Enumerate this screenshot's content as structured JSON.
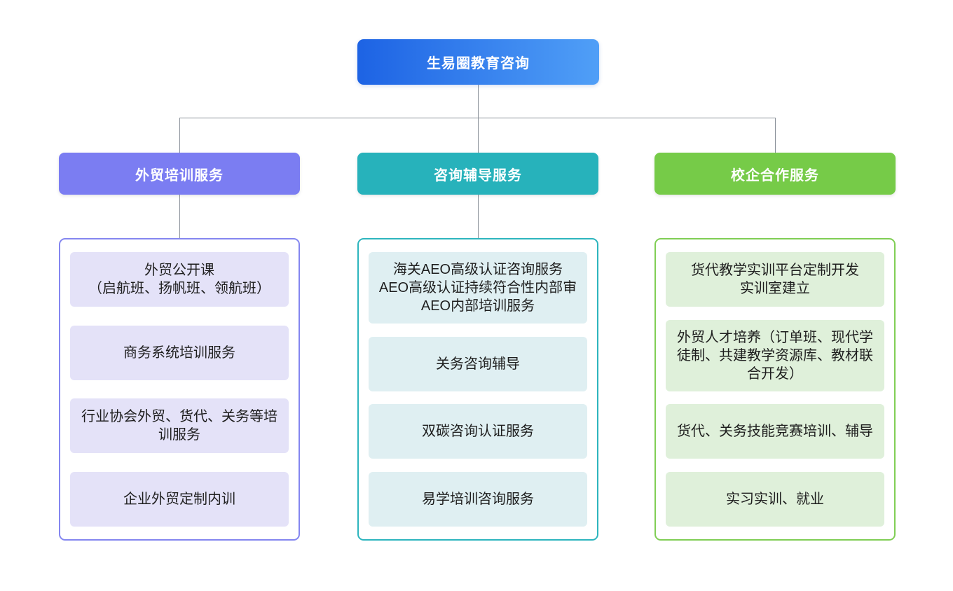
{
  "root": {
    "title": "生易圈教育咨询",
    "gradient_start": "#1d63e4",
    "gradient_end": "#509ff7",
    "text_color": "#ffffff"
  },
  "connector_color": "#8a9199",
  "background_color": "#ffffff",
  "branches": [
    {
      "id": "foreign-trade-training",
      "title": "外贸培训服务",
      "header_color": "#7b7df2",
      "border_color": "#8486f0",
      "item_bg": "#e4e2f8",
      "items": [
        "外贸公开课\n（启航班、扬帆班、领航班）",
        "商务系统培训服务",
        "行业协会外贸、货代、关务等培训服务",
        "企业外贸定制内训"
      ]
    },
    {
      "id": "consulting-coaching",
      "title": "咨询辅导服务",
      "header_color": "#27b2bb",
      "border_color": "#2db5be",
      "item_bg": "#dfeff2",
      "items": [
        "海关AEO高级认证咨询服务\nAEO高级认证持续符合性内部审\nAEO内部培训服务",
        "关务咨询辅导",
        "双碳咨询认证服务",
        "易学培训咨询服务"
      ]
    },
    {
      "id": "school-enterprise-cooperation",
      "title": "校企合作服务",
      "header_color": "#76cb48",
      "border_color": "#80ce55",
      "item_bg": "#dff0da",
      "items": [
        "货代教学实训平台定制开发\n实训室建立",
        "外贸人才培养（订单班、现代学徒制、共建教学资源库、教材联合开发）",
        "货代、关务技能竞赛培训、辅导",
        "实习实训、就业"
      ]
    }
  ]
}
